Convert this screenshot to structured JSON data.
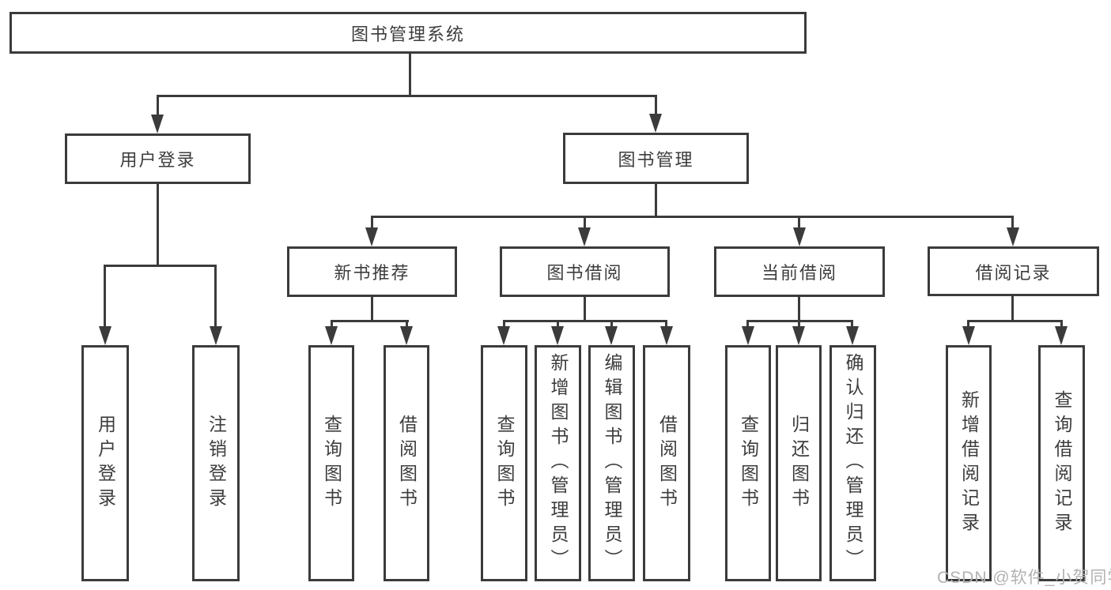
{
  "diagram_title": "图书管理系统",
  "nodes": {
    "root": "图书管理系统",
    "user_login": "用户登录",
    "book_mgmt": "图书管理",
    "new_book_rec": "新书推荐",
    "book_borrow": "图书借阅",
    "current_borrow": "当前借阅",
    "borrow_record": "借阅记录",
    "leaves": {
      "user_login": [
        "用户登录",
        "注销登录"
      ],
      "new_book_rec": [
        "查询图书",
        "借阅图书"
      ],
      "book_borrow": [
        "查询图书",
        "新增图书（管理员）",
        "编辑图书（管理员）",
        "借阅图书"
      ],
      "current_borrow": [
        "查询图书",
        "归还图书",
        "确认归还（管理员）"
      ],
      "borrow_record": [
        "新增借阅记录",
        "查询借阅记录"
      ]
    }
  },
  "watermark": "CSDN @软件_小贺同学",
  "colors": {
    "line": "#3b3b3b",
    "text": "#3d3d3d",
    "watermark": "#b2b2b2",
    "background": "#ffffff"
  }
}
